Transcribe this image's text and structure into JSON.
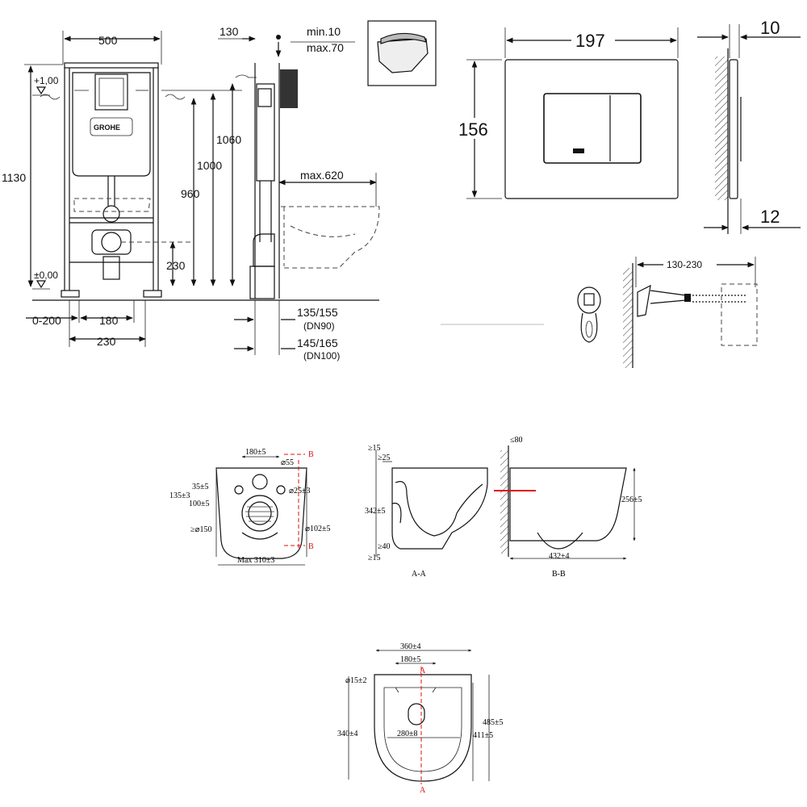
{
  "frame": {
    "width": "500",
    "depth": "130",
    "depth_min": "min.10",
    "depth_max": "max.70",
    "height_total": "1130",
    "height_1060": "1060",
    "height_1000": "1000",
    "height_960": "960",
    "height_230": "230",
    "level_top": "+1,00",
    "level_bottom": "±0,00",
    "offset": "0-200",
    "feet_180": "180",
    "feet_230": "230",
    "pipe_90": "135/155",
    "pipe_90_dn": "(DN90)",
    "pipe_100": "145/165",
    "pipe_100_dn": "(DN100)",
    "bowl_max": "max.620",
    "brand_mark": "GROHE"
  },
  "plate": {
    "width": "197",
    "height": "156",
    "thickness_10": "10",
    "thickness_12": "12",
    "mount_range": "130-230"
  },
  "bowl_drawing": {
    "top_180": "180±5",
    "b_top": "B",
    "hole55": "⌀55",
    "v35": "35±5",
    "v135": "135±3",
    "v100": "100±5",
    "hole25": "⌀25±3",
    "hole150": "≥⌀150",
    "hole102": "⌀102±5",
    "b_bottom": "B",
    "max310": "Max 310±3",
    "s15a": "≥15",
    "s25": "≥25",
    "h342": "342±5",
    "s40": "≥40",
    "s15b": "≥15",
    "aa": "A-A",
    "s80": "≤80",
    "h256": "256±5",
    "w432": "432±4",
    "bb": "B-B"
  },
  "bowl_top": {
    "w360": "360±4",
    "w180": "180±5",
    "a_top": "A",
    "hole15": "⌀15±2",
    "h340": "340±4",
    "w280": "280±8",
    "h411": "411±5",
    "h485": "485±5",
    "a_bottom": "A"
  }
}
